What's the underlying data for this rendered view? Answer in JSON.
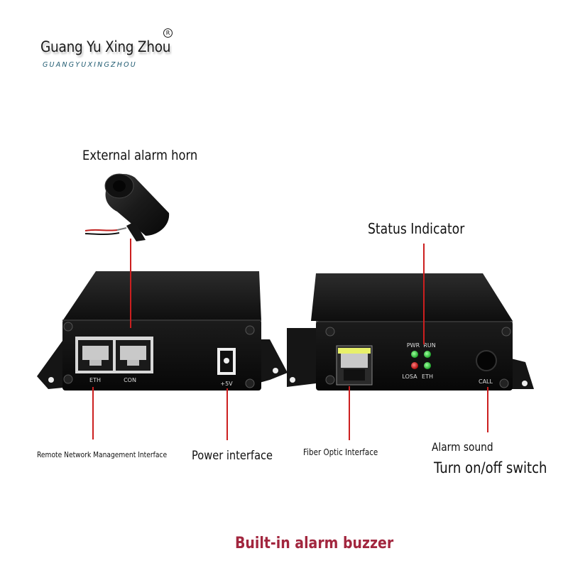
{
  "brand": {
    "name": "Guang Yu Xing Zhou",
    "registered": "R",
    "subtitle": "GUANGYUXINGZHOU"
  },
  "labels": {
    "external_horn": "External alarm horn",
    "status_indicator": "Status Indicator",
    "remote_mgmt": "Remote Network Management Interface",
    "power_interface": "Power interface",
    "fiber_interface": "Fiber Optic Interface",
    "alarm_sound": "Alarm sound",
    "onoff_switch": "Turn on/off switch",
    "built_in_buzzer": "Built-in alarm buzzer"
  },
  "device_left": {
    "port_eth": "ETH",
    "port_con": "CON",
    "power_mark": "+5V"
  },
  "device_right": {
    "led_pwr": "PWR",
    "led_run": "RUN",
    "led_losa": "LOSA",
    "led_eth": "ETH",
    "call": "CALL"
  },
  "colors": {
    "leader_line": "#cc1f1f",
    "buzzer_text": "#a2263e",
    "led_green": "#2bd43a",
    "led_red": "#e01818"
  }
}
